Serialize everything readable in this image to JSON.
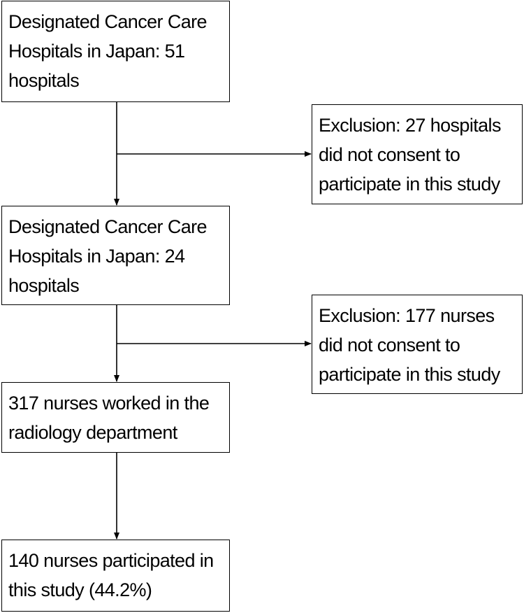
{
  "boxes": {
    "box1": {
      "lines": [
        "Designated Cancer Care",
        "Hospitals in Japan: 51",
        "hospitals"
      ]
    },
    "exclusion1": {
      "lines": [
        "Exclusion: 27 hospitals",
        "did not consent to",
        "participate in this study"
      ]
    },
    "box2": {
      "lines": [
        "Designated Cancer Care",
        "Hospitals in Japan: 24",
        "hospitals"
      ]
    },
    "exclusion2": {
      "lines": [
        "Exclusion: 177 nurses",
        "did not consent to",
        "participate in this study"
      ]
    },
    "box3": {
      "lines": [
        "317 nurses worked in the",
        "radiology department"
      ]
    },
    "box4": {
      "lines": [
        "140 nurses participated in",
        "this study (44.2%)"
      ]
    }
  },
  "colors": {
    "line": "#000000",
    "background": "#ffffff"
  }
}
